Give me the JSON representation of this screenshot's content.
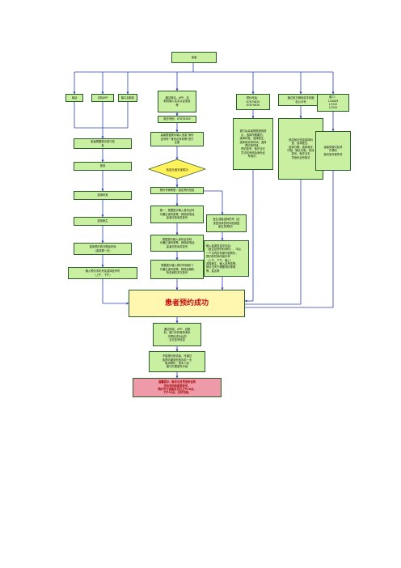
{
  "nodes": {
    "top": "患者",
    "site": "网站",
    "phone": "手机APP",
    "self": "窗口自助机",
    "login": "通过网站、APP、自\n助机输入实名认证信息\n等",
    "number": "就诊号码：87878309",
    "input_info": "患者根据提示输入信息\"身份\n证号码\"\"身份证号码等\"进行\n注册",
    "check": "信息无误无误成功",
    "appt_ok": "预约专家教授：选定预约信息",
    "left1": "患者根据提示进行信\n息",
    "left2": "登录",
    "left3": "选择科室",
    "left4": "选择医生",
    "left5": "选择预约的日期及时间\n（选择哪一天）",
    "left6": "输入预约手机号及选择挂号时\n（上午、下午）",
    "step_a": "第一、根据提示输入身份证号\n可通过该科室等，网络或电话\n患者可查询并挂号",
    "step_b": "根据提示输入身份证号码\n可通过该科室等，网络或电话\n患者可查询并挂号",
    "step_c": "根据提示输入预约时间部门\n可通过该科室等，网络及随机\n所查询的本次挂号",
    "mid_note": "医生或者选择的号（应\n该是具体的时间及就医\n医生的类别）",
    "mid_info": "输入各类信息中包括：\n（医生挂号的时间时）、今后\n一个月内的号源不能预约，\n预约的时间内就诊号\n（上午、下午、晚上）、\n选择医生、输入挂号费等，\n就诊当天不需要排队等候\n等、姓名等",
    "hotline": "预约电话：\n87879829\n87879830",
    "hotline_desc": "拨打后患者根据语音提\n示，选择所需要的，\n选择科室，选择医生，\n选择就诊的时间，选择\n预约的时段，\n预约挂号，就诊当天\n凭手机号码及身份证\n号就诊，",
    "wechat": "通过官方微信或手机微\n信公众号",
    "wechat_desc": "绑定就诊信息选择科\n室、选择医生、\n选择日期，选择就诊\n时段，确认付款，完成\n挂号，就诊当天\n凭身份证号就诊",
    "window": "窗口：\n120009\n12345\n12345",
    "window_desc": "患者到窗口挂号\n可预约\n各科室专家的号",
    "success": "患者预约成功",
    "after1": "通过网站、APP、自助\n机、窗口手机等查询本\n次预约成功后的\n当日挂号信息",
    "after2": "不能按约就诊者，可通过\n各预约渠道在就诊前一天\n取消预约，或本人到\n窗口办理退号手续",
    "notice": "温馨提示：就诊当日凭身份证和\n手机号码到医院挂号，\n预约号只保留至当日上午10点，\n下午15点，过时作废。"
  }
}
